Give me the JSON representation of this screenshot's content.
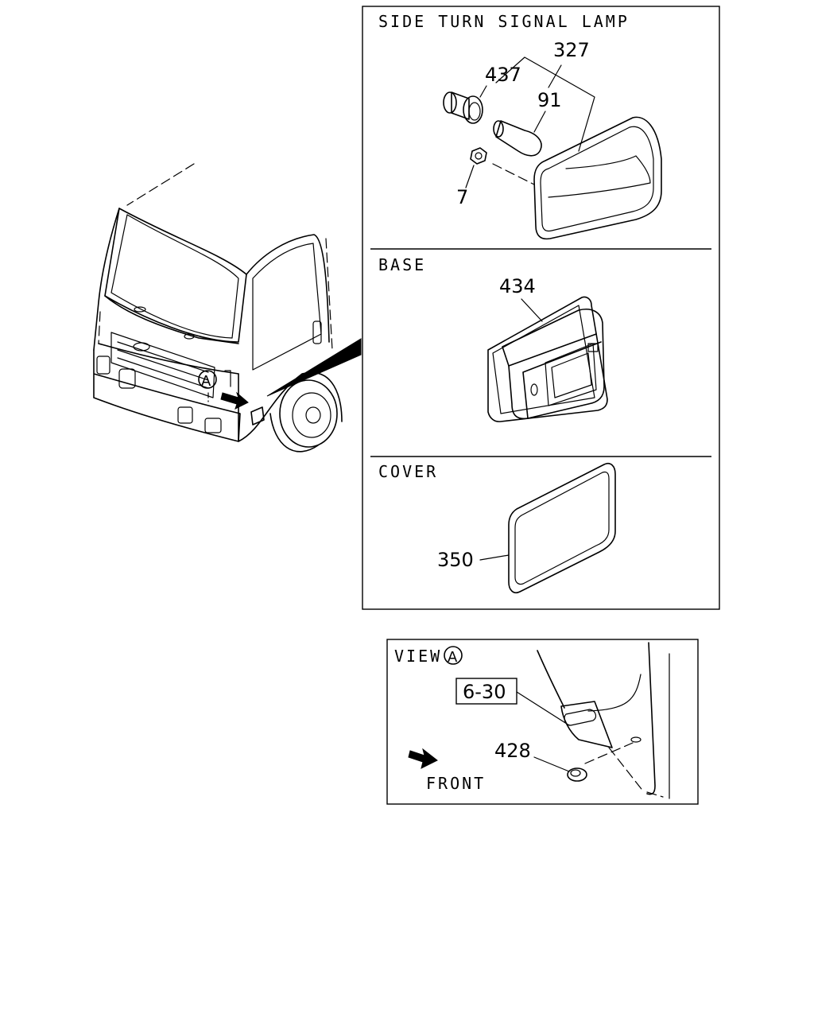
{
  "panels": {
    "side_turn_signal_lamp": {
      "title": "SIDE TURN SIGNAL LAMP",
      "callouts": {
        "assembly": "327",
        "socket": "437",
        "bulb": "91",
        "nut": "7"
      }
    },
    "base": {
      "title": "BASE",
      "callouts": {
        "base": "434"
      }
    },
    "cover": {
      "title": "COVER",
      "callouts": {
        "cover": "350"
      }
    }
  },
  "view_a": {
    "title": "VIEW",
    "marker": "A",
    "ref_box": "6-30",
    "callouts": {
      "grommet": "428"
    },
    "direction_label": "FRONT"
  },
  "truck": {
    "marker": "A"
  }
}
